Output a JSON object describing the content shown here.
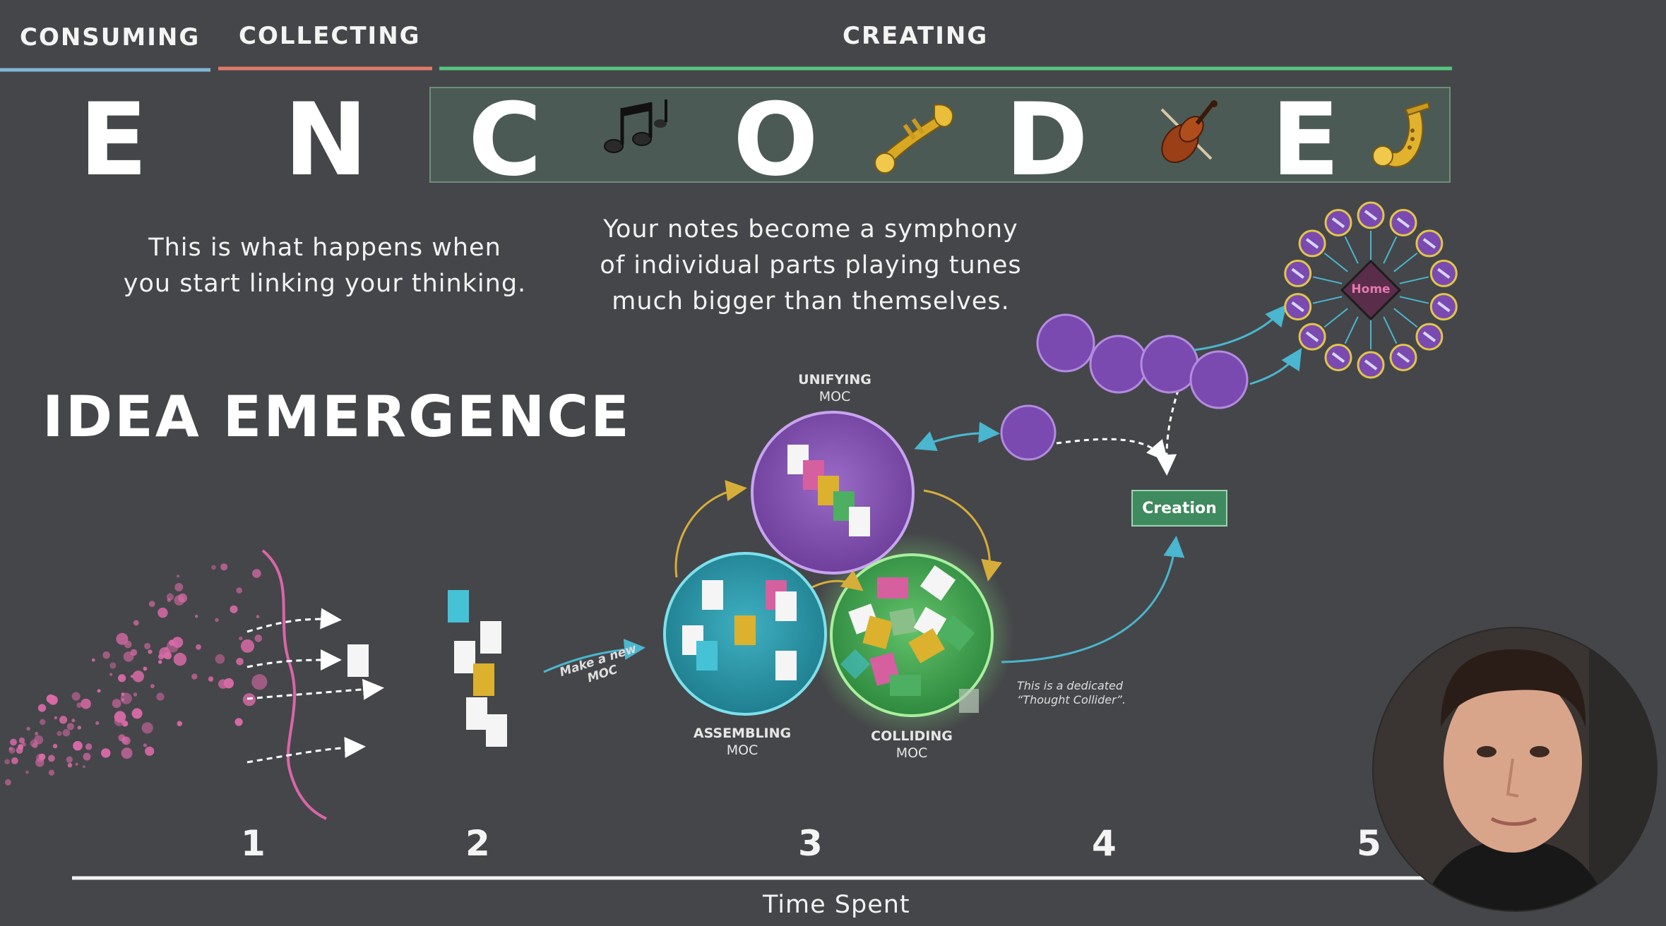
{
  "phases": {
    "consuming": "CONSUMING",
    "collecting": "COLLECTING",
    "creating": "CREATING"
  },
  "encode_letters": [
    "E",
    "N",
    "C",
    "O",
    "D",
    "E"
  ],
  "instrument_icons": [
    "music-notes-icon",
    "trumpet-icon",
    "violin-icon",
    "saxophone-icon"
  ],
  "texts": {
    "linking": "This is what happens when\nyou start linking your thinking.",
    "symphony": "Your notes become a symphony\nof individual parts playing tunes\nmuch bigger than themselves.",
    "idea_emergence": "IDEA EMERGENCE",
    "make_new_moc": "Make a new\nMOC",
    "thought_collider": "This is a dedicated\n“Thought Collider”."
  },
  "mocs": {
    "unifying": {
      "title": "UNIFYING",
      "sub": "MOC"
    },
    "assembling": {
      "title": "ASSEMBLING",
      "sub": "MOC"
    },
    "colliding": {
      "title": "COLLIDING",
      "sub": "MOC"
    }
  },
  "nodes": {
    "home": "Home",
    "creation": "Creation"
  },
  "axis": {
    "steps": [
      "1",
      "2",
      "3",
      "4",
      "5"
    ],
    "label": "Time Spent"
  },
  "colors": {
    "background": "#454649",
    "consuming": "#7fb6d6",
    "collecting": "#e07a6b",
    "creating": "#56c47e",
    "unifying": "#8a5cb5",
    "assembling": "#3ea6b8",
    "colliding": "#57b55c",
    "pink_dots": "#d96aa7",
    "note_yellow": "#dcb12e",
    "note_pink": "#d65fa0",
    "note_cyan": "#45c2d6",
    "note_green": "#4caf62"
  }
}
